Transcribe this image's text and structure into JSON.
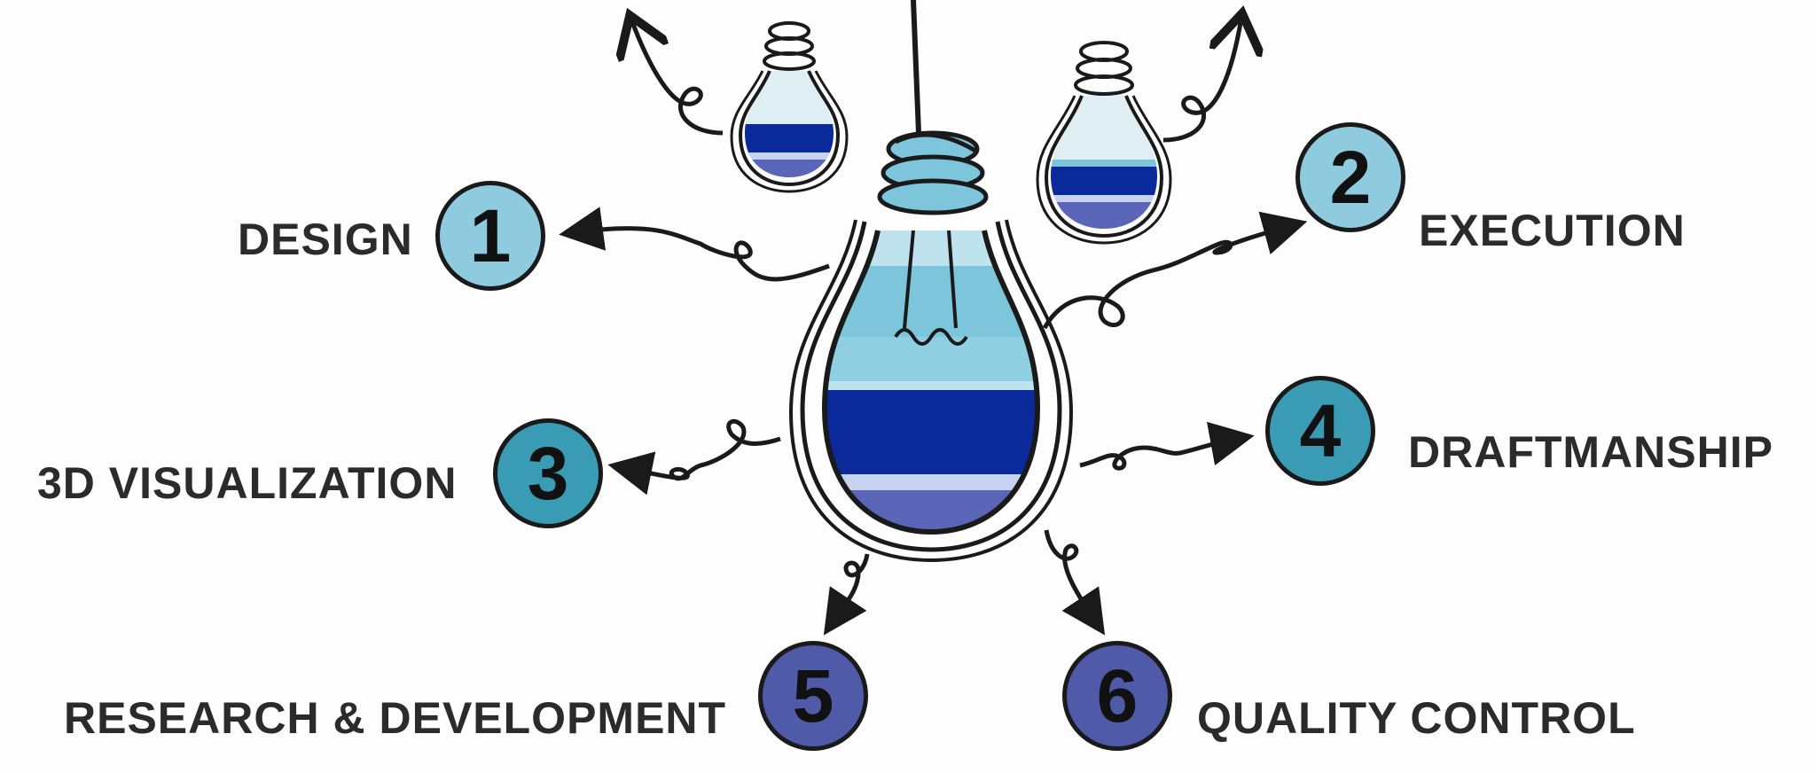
{
  "steps": [
    {
      "number": "1",
      "label": "DESIGN"
    },
    {
      "number": "2",
      "label": "EXECUTION"
    },
    {
      "number": "3",
      "label": "3D VISUALIZATION"
    },
    {
      "number": "4",
      "label": "DRAFTMANSHIP"
    },
    {
      "number": "5",
      "label": "RESEARCH & DEVELOPMENT"
    },
    {
      "number": "6",
      "label": "QUALITY CONTROL"
    }
  ],
  "colors": {
    "circle_light": "#8ecbdf",
    "circle_teal": "#3a9bb5",
    "circle_purple": "#4f5aa8",
    "bulb_light_blue": "#7cc5da",
    "bulb_navy": "#0a2a9c",
    "bulb_violet": "#5b66b8",
    "ink": "#1a1a1a"
  },
  "icons": [
    "light-bulb-icon",
    "curly-arrow-icon"
  ]
}
